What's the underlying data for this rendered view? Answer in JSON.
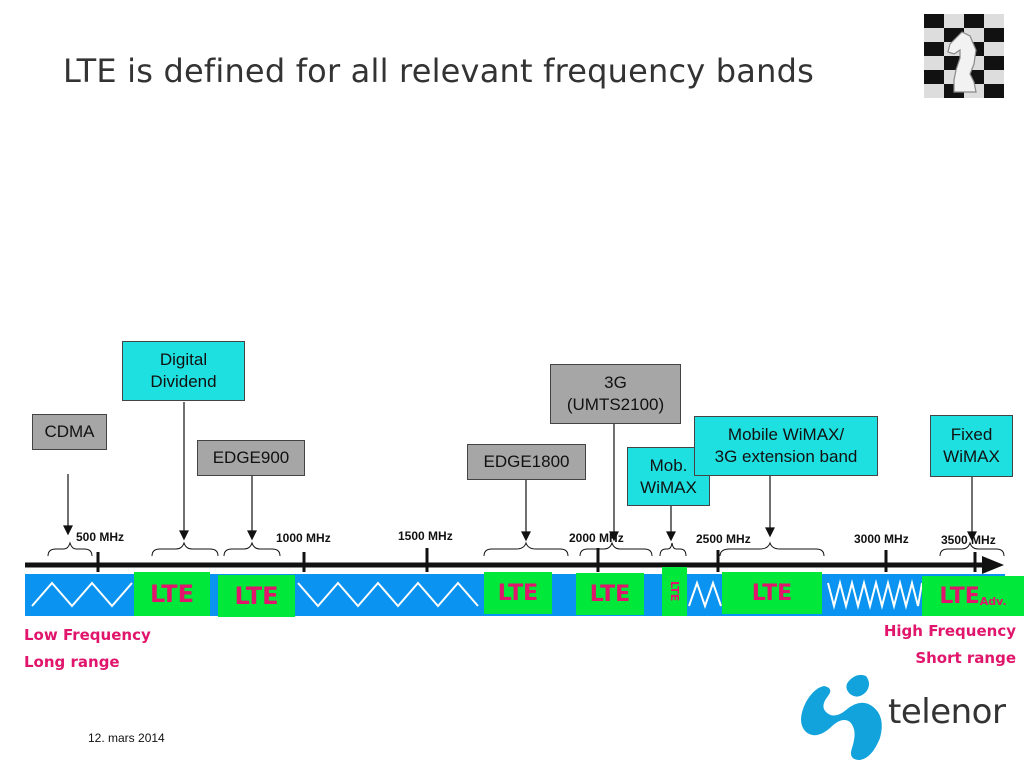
{
  "title": "LTE is defined for all relevant frequency bands",
  "boxes": {
    "cdma": "CDMA",
    "digital_dividend_1": "Digital",
    "digital_dividend_2": "Dividend",
    "edge900": "EDGE900",
    "edge1800": "EDGE1800",
    "umts_1": "3G",
    "umts_2": "(UMTS2100)",
    "mob_wimax_1": "Mob.",
    "mob_wimax_2": "WiMAX",
    "mobile_wimax_1": "Mobile WiMAX/",
    "mobile_wimax_2": "3G extension band",
    "fixed_wimax_1": "Fixed",
    "fixed_wimax_2": "WiMAX"
  },
  "frequencies": {
    "f500": "500 MHz",
    "f1000": "1000 MHz",
    "f1500": "1500 MHz",
    "f2000": "2000 MHz",
    "f2500": "2500 MHz",
    "f3000": "3000 MHz",
    "f3500": "3500 MHz"
  },
  "lte_label": "LTE",
  "lte_adv_suffix": "Adv.",
  "low_frequency": "Low Frequency",
  "long_range": "Long range",
  "high_frequency": "High Frequency",
  "short_range": "Short range",
  "date": "12. mars 2014",
  "brand": "telenor",
  "colors": {
    "band_blue": "#0a93f0",
    "lte_green": "#00e83a",
    "lte_text": "#e0156b",
    "box_cyan": "#1fe0e0",
    "box_gray": "#a6a6a6",
    "telenor_blue": "#12a3dc"
  }
}
